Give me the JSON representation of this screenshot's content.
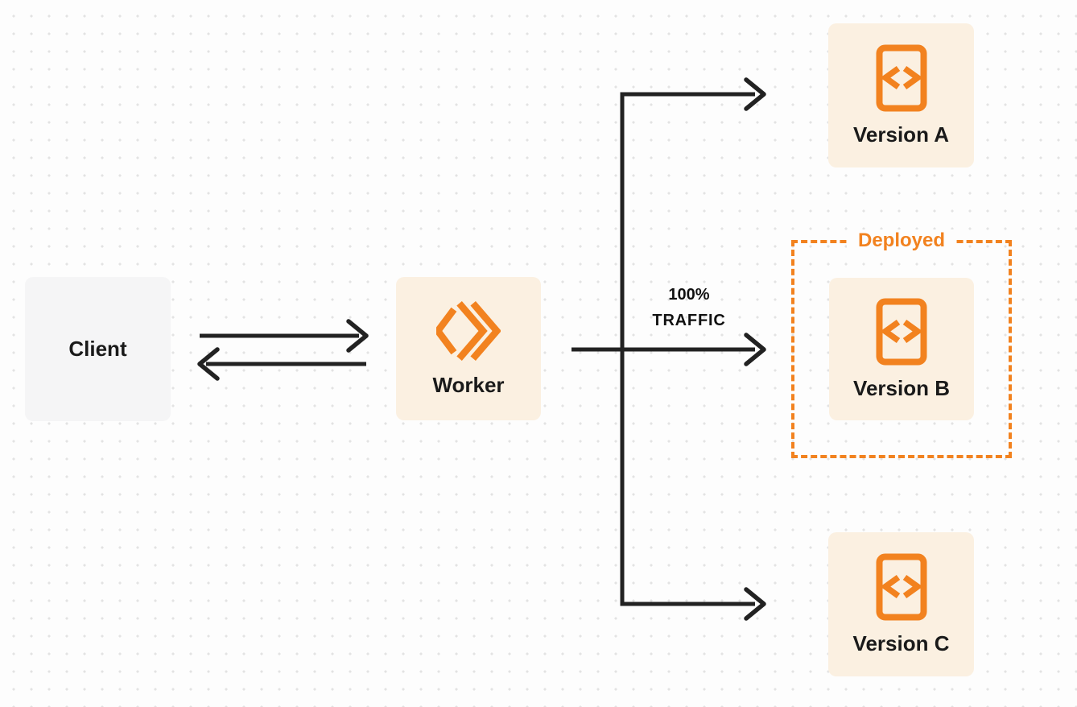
{
  "colors": {
    "orange_accent": "#f2821f",
    "cream_node_bg": "#fbf0e1",
    "client_node_bg": "#f5f5f6",
    "edge_dark": "#222222",
    "label_dark": "#1a1a1a",
    "page_bg": "#fdfdfd",
    "dot_grid": "#e3e3e3"
  },
  "nodes": {
    "client": {
      "label": "Client"
    },
    "worker": {
      "label": "Worker",
      "icon": "workers-logo-icon"
    },
    "versions": [
      {
        "id": "version-a",
        "label": "Version A",
        "icon": "code-file-icon",
        "deployed": false
      },
      {
        "id": "version-b",
        "label": "Version B",
        "icon": "code-file-icon",
        "deployed": true
      },
      {
        "id": "version-c",
        "label": "Version C",
        "icon": "code-file-icon",
        "deployed": false
      }
    ]
  },
  "deployed_group": {
    "label": "Deployed"
  },
  "edges": {
    "client_worker": "bidirectional",
    "traffic_label": {
      "line1": "100%",
      "line2": "TRAFFIC"
    },
    "branches": [
      "to-version-a",
      "to-version-b",
      "to-version-c"
    ]
  }
}
